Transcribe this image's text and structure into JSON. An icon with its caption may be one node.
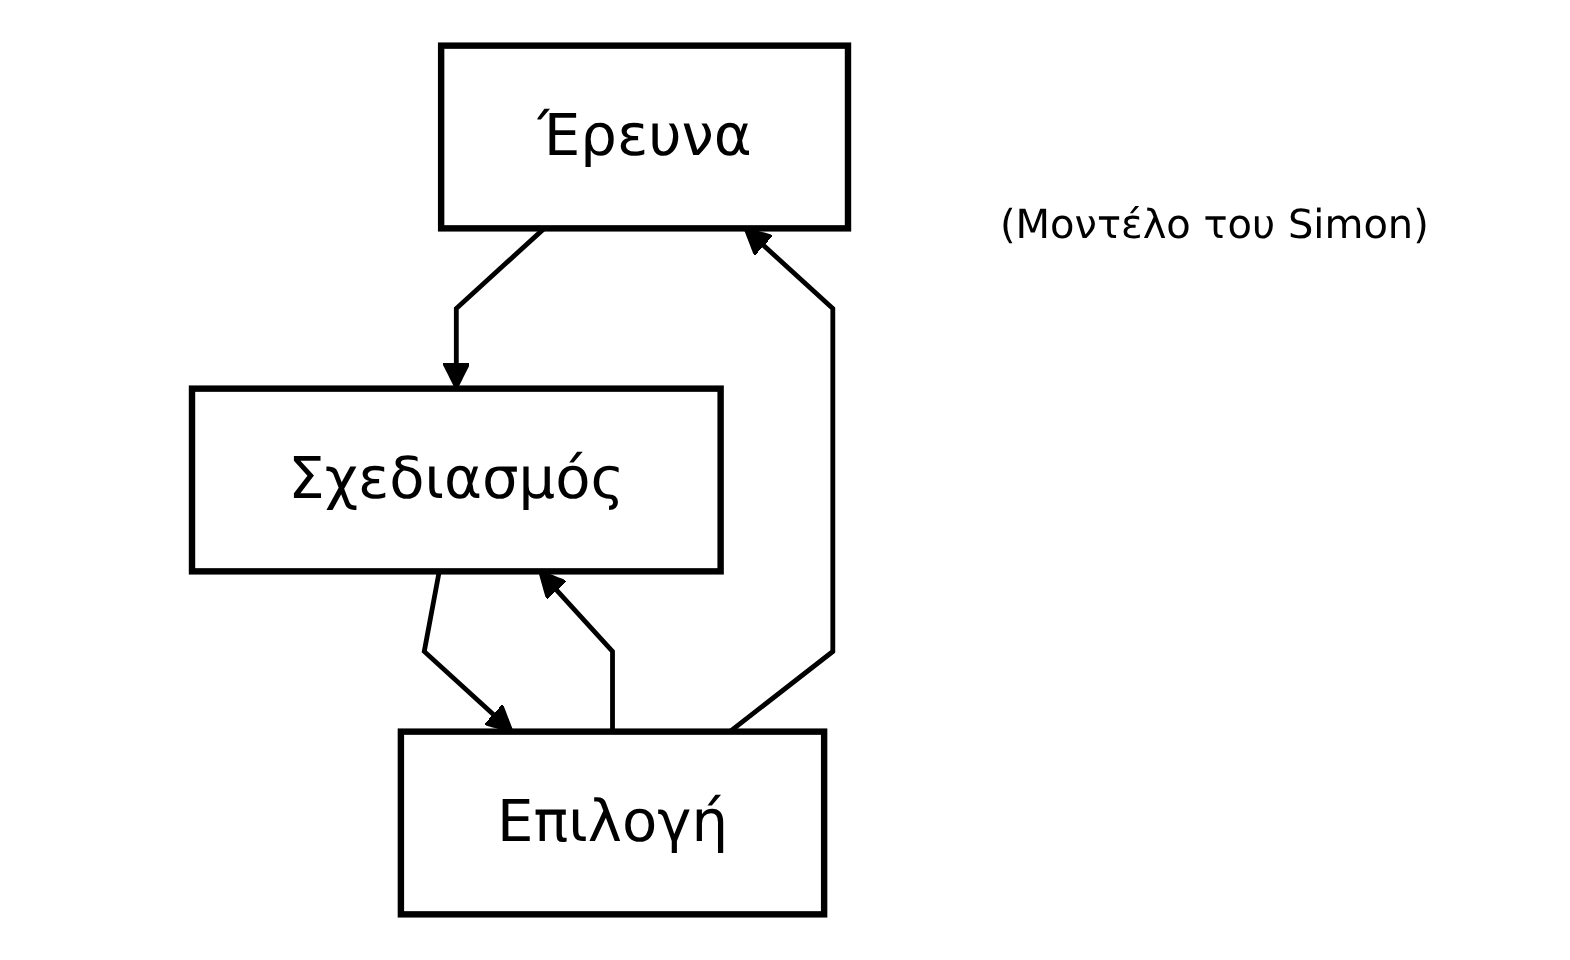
{
  "diagram": {
    "nodes": [
      {
        "text": [
          "Έρευνα"
        ]
      },
      {
        "text": [
          "Σχεδιασμός"
        ]
      },
      {
        "text": [
          "Επιλογή"
        ]
      }
    ],
    "edges": [
      {
        "from": 0,
        "to": 1,
        "arrow": "to"
      },
      {
        "from": 1,
        "to": 2,
        "arrow": "to"
      },
      {
        "from": 2,
        "to": 0,
        "arrow": "to"
      },
      {
        "from": 2,
        "to": 1,
        "arrow": "to"
      }
    ],
    "labels": [
      "(Μοντέλο του Simon)"
    ]
  }
}
